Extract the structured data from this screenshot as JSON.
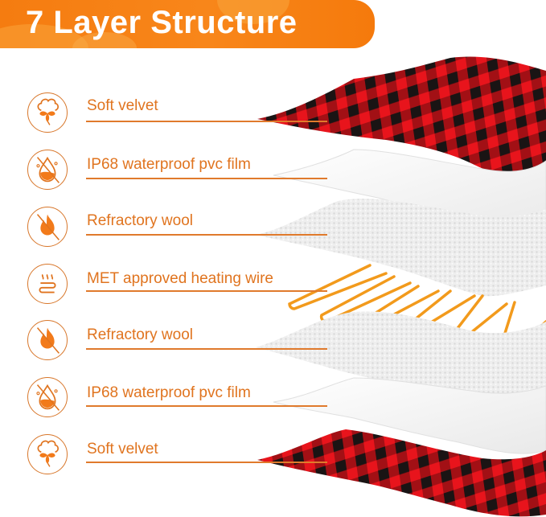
{
  "banner": {
    "title": "7 Layer Structure",
    "color": "#f57c10"
  },
  "accent_color": "#e0741f",
  "layers": [
    {
      "label": "Soft velvet",
      "icon": "cotton-icon"
    },
    {
      "label": "IP68 waterproof pvc film",
      "icon": "waterproof-drop-icon"
    },
    {
      "label": "Refractory wool",
      "icon": "no-flame-icon"
    },
    {
      "label": "MET approved heating wire",
      "icon": "heat-wire-icon"
    },
    {
      "label": "Refractory wool",
      "icon": "no-flame-icon"
    },
    {
      "label": "IP68 waterproof pvc film",
      "icon": "waterproof-drop-icon"
    },
    {
      "label": "Soft velvet",
      "icon": "cotton-icon"
    }
  ],
  "illustration": {
    "plaid_colors": {
      "red": "#e8141c",
      "black": "#1a1414",
      "dark_red": "#7a1012"
    },
    "wire_color": "#f29a1c",
    "wool_color": "#ececec",
    "film_color": "#f7f7f7"
  }
}
